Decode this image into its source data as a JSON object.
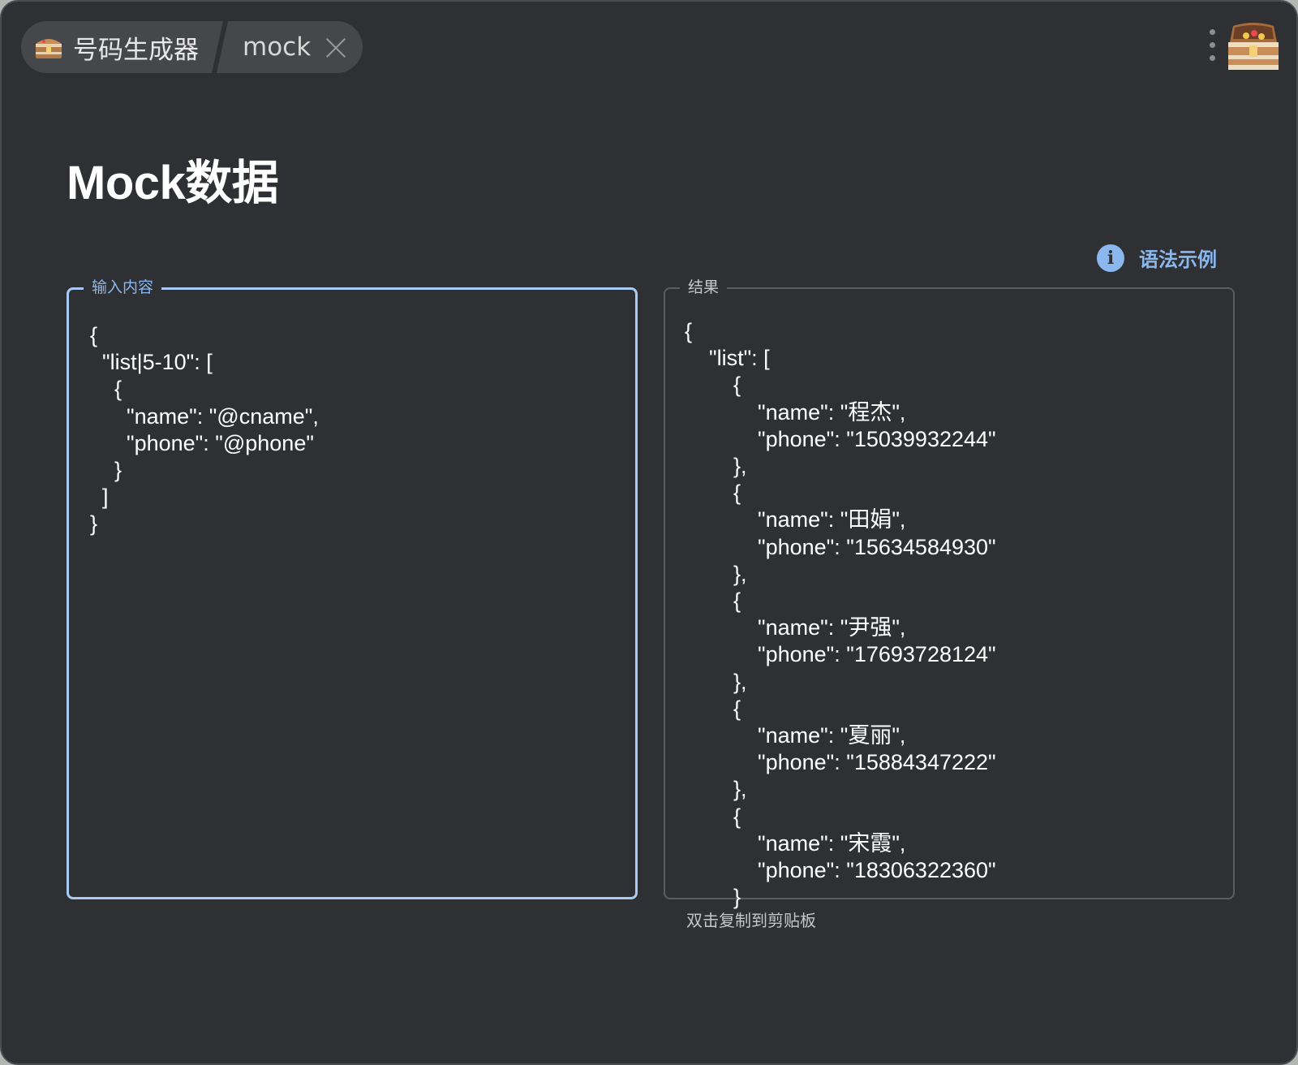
{
  "tabs": {
    "home_label": "号码生成器",
    "mock_label": "mock"
  },
  "page": {
    "title": "Mock数据"
  },
  "syntax_link": {
    "label": "语法示例"
  },
  "input_panel": {
    "legend": "输入内容",
    "value": "{\n  \"list|5-10\": [\n    {\n      \"name\": \"@cname\",\n      \"phone\": \"@phone\"\n    }\n  ]\n}"
  },
  "result_panel": {
    "legend": "结果",
    "value": "{\n    \"list\": [\n        {\n            \"name\": \"程杰\",\n            \"phone\": \"15039932244\"\n        },\n        {\n            \"name\": \"田娟\",\n            \"phone\": \"15634584930\"\n        },\n        {\n            \"name\": \"尹强\",\n            \"phone\": \"17693728124\"\n        },\n        {\n            \"name\": \"夏丽\",\n            \"phone\": \"15884347222\"\n        },\n        {\n            \"name\": \"宋霞\",\n            \"phone\": \"18306322360\"\n        }"
  },
  "hint": {
    "copy": "双击复制到剪贴板"
  },
  "colors": {
    "window_bg": "#2f3033",
    "accent": "#8ab8ee",
    "tab_bg": "#46474a"
  },
  "icons": {
    "app": "treasure-chest-icon",
    "close": "close-icon",
    "menu": "more-vertical-icon",
    "info": "info-icon"
  }
}
